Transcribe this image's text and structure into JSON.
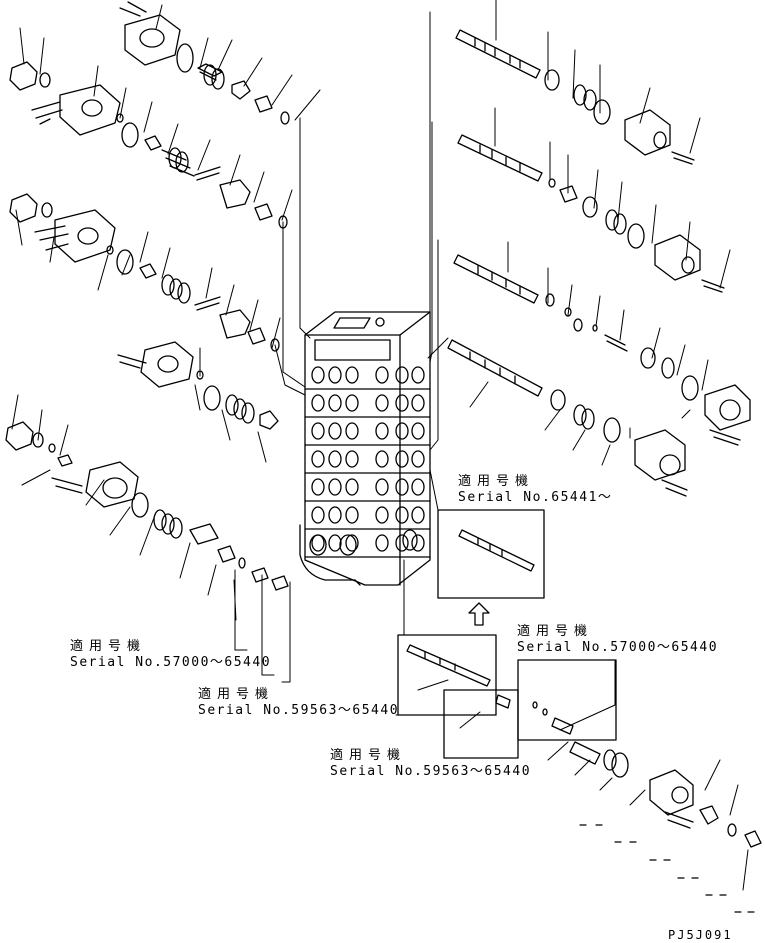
{
  "labels": {
    "a": {
      "title": "適用号機",
      "serial": "Serial No.65441〜"
    },
    "b": {
      "title": "適用号機",
      "serial": "Serial No.57000〜65440"
    },
    "c": {
      "title": "適用号機",
      "serial": "Serial No.57000〜65440"
    },
    "d": {
      "title": "適用号機",
      "serial": "Serial No.59563〜65440"
    },
    "e": {
      "title": "適用号機",
      "serial": "Serial No.59563〜65440"
    }
  },
  "drawing_code": "PJ5J091",
  "colors": {
    "ink": "#000000",
    "paper": "#ffffff"
  }
}
